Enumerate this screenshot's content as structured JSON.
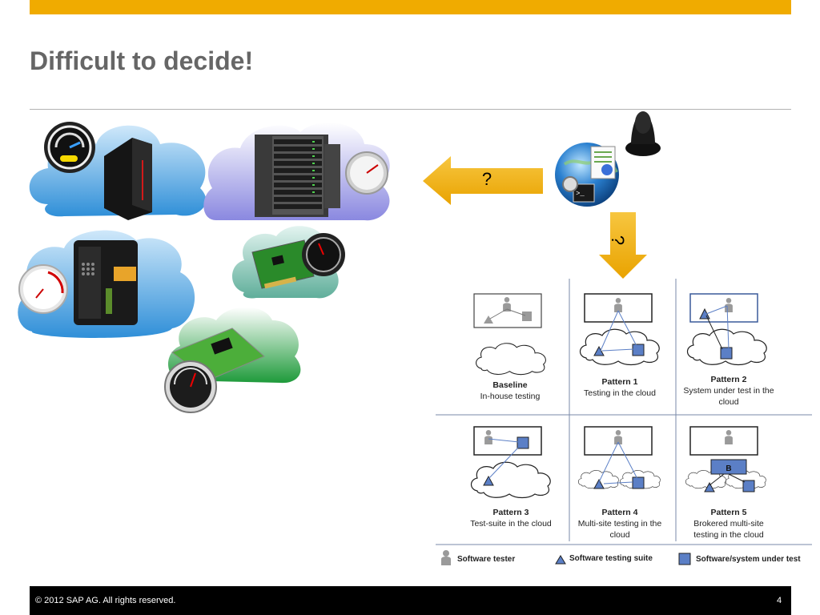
{
  "slide": {
    "title": "Difficult to decide!",
    "accent_color": "#f0ab00",
    "arrow_left_label": "?",
    "arrow_down_label": "?"
  },
  "patterns": [
    {
      "name": "Baseline",
      "desc": "In-house testing"
    },
    {
      "name": "Pattern 1",
      "desc": "Testing in the cloud"
    },
    {
      "name": "Pattern 2",
      "desc": "System under test in the cloud"
    },
    {
      "name": "Pattern 3",
      "desc": "Test-suite in the cloud"
    },
    {
      "name": "Pattern 4",
      "desc": "Multi-site testing in the cloud"
    },
    {
      "name": "Pattern 5",
      "desc": "Brokered multi-site testing in the cloud"
    }
  ],
  "broker_label": "B",
  "legend": {
    "tester": "Software tester",
    "suite": "Software testing suite",
    "sut": "Software/system under test"
  },
  "icons": [
    "cloud-server-icon",
    "server-rack-icon",
    "speedometer-icon",
    "circuit-board-icon",
    "person-icon",
    "globe-terminal-icon"
  ],
  "footer": {
    "copyright": "©  2012 SAP AG. All rights reserved.",
    "page": "4"
  }
}
